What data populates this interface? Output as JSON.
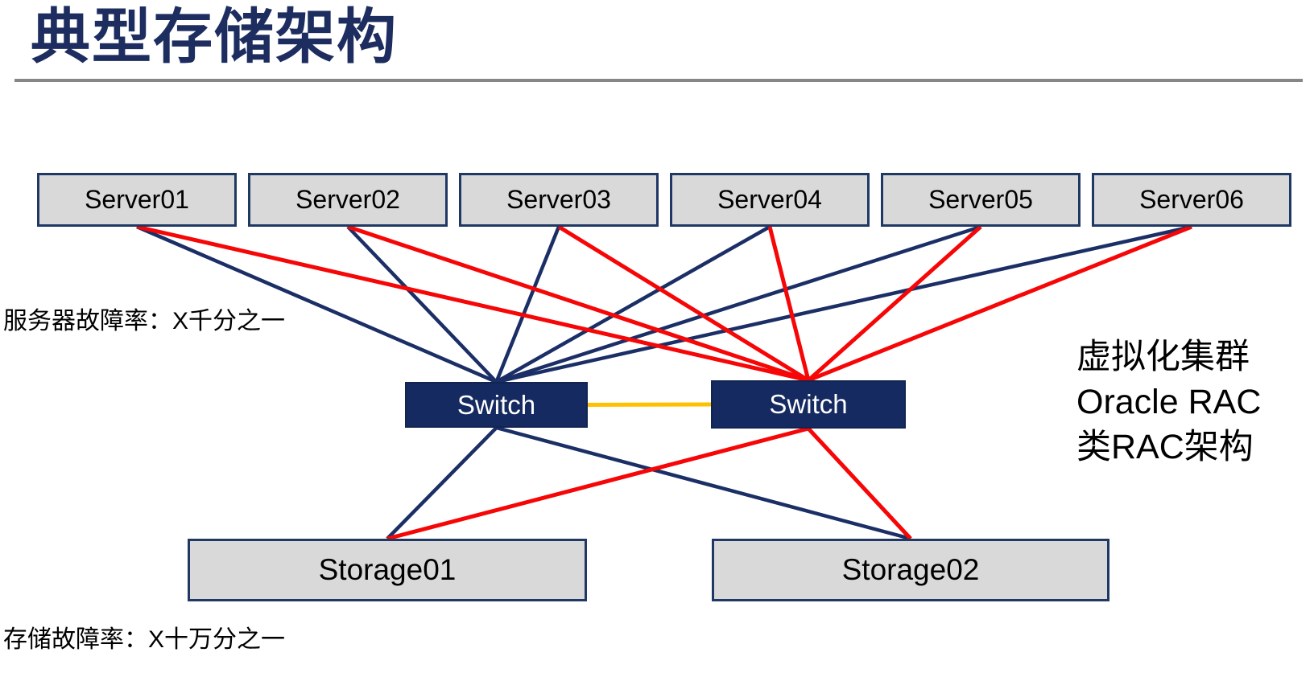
{
  "title": "典型存储架构",
  "servers": [
    "Server01",
    "Server02",
    "Server03",
    "Server04",
    "Server05",
    "Server06"
  ],
  "switches": {
    "left": "Switch",
    "right": "Switch"
  },
  "storages": [
    "Storage01",
    "Storage02"
  ],
  "annotations": {
    "server_failure_rate": "服务器故障率：X千分之一",
    "storage_failure_rate": "存储故障率：X十万分之一",
    "cluster_note_lines": [
      "虚拟化集群",
      "Oracle RAC",
      "类RAC架构"
    ]
  },
  "colors": {
    "navy": "#1b2f66",
    "red": "#f60606",
    "orange": "#ffc000",
    "title": "#1d2d5f",
    "box_fill": "#d9d9d9",
    "box_border": "#1f3864",
    "switch_fill": "#152a60",
    "rule": "#868686"
  },
  "edges": [
    {
      "from": "server-0",
      "from_anchor": "bottom",
      "to": "switch-a",
      "to_anchor": "top",
      "color": "navy",
      "width": 4.5
    },
    {
      "from": "server-1",
      "from_anchor": "bottom",
      "to": "switch-a",
      "to_anchor": "top",
      "color": "navy",
      "width": 4.5
    },
    {
      "from": "server-2",
      "from_anchor": "bottom",
      "to": "switch-a",
      "to_anchor": "top",
      "color": "navy",
      "width": 4.5
    },
    {
      "from": "server-3",
      "from_anchor": "bottom",
      "to": "switch-a",
      "to_anchor": "top",
      "color": "navy",
      "width": 4.5
    },
    {
      "from": "server-4",
      "from_anchor": "bottom",
      "to": "switch-a",
      "to_anchor": "top",
      "color": "navy",
      "width": 4.5
    },
    {
      "from": "server-5",
      "from_anchor": "bottom",
      "to": "switch-a",
      "to_anchor": "top",
      "color": "navy",
      "width": 4.5
    },
    {
      "from": "switch-a",
      "from_anchor": "bottom",
      "to": "storage-0",
      "to_anchor": "top",
      "color": "navy",
      "width": 4.5
    },
    {
      "from": "switch-a",
      "from_anchor": "bottom",
      "to": "storage-1",
      "to_anchor": "top",
      "color": "navy",
      "width": 4.5
    },
    {
      "from": "server-0",
      "from_anchor": "bottom",
      "to": "switch-b",
      "to_anchor": "top",
      "color": "red",
      "width": 5
    },
    {
      "from": "server-1",
      "from_anchor": "bottom",
      "to": "switch-b",
      "to_anchor": "top",
      "color": "red",
      "width": 5
    },
    {
      "from": "server-2",
      "from_anchor": "bottom",
      "to": "switch-b",
      "to_anchor": "top",
      "color": "red",
      "width": 5
    },
    {
      "from": "server-3",
      "from_anchor": "bottom",
      "to": "switch-b",
      "to_anchor": "top",
      "color": "red",
      "width": 5
    },
    {
      "from": "server-4",
      "from_anchor": "bottom",
      "to": "switch-b",
      "to_anchor": "top",
      "color": "red",
      "width": 5
    },
    {
      "from": "server-5",
      "from_anchor": "bottom",
      "to": "switch-b",
      "to_anchor": "top",
      "color": "red",
      "width": 5
    },
    {
      "from": "switch-b",
      "from_anchor": "bottom",
      "to": "storage-0",
      "to_anchor": "top",
      "color": "red",
      "width": 5
    },
    {
      "from": "switch-b",
      "from_anchor": "bottom",
      "to": "storage-1",
      "to_anchor": "top",
      "color": "red",
      "width": 5
    },
    {
      "from": "switch-a",
      "from_anchor": "right",
      "to": "switch-b",
      "to_anchor": "left",
      "color": "orange",
      "width": 5
    }
  ]
}
